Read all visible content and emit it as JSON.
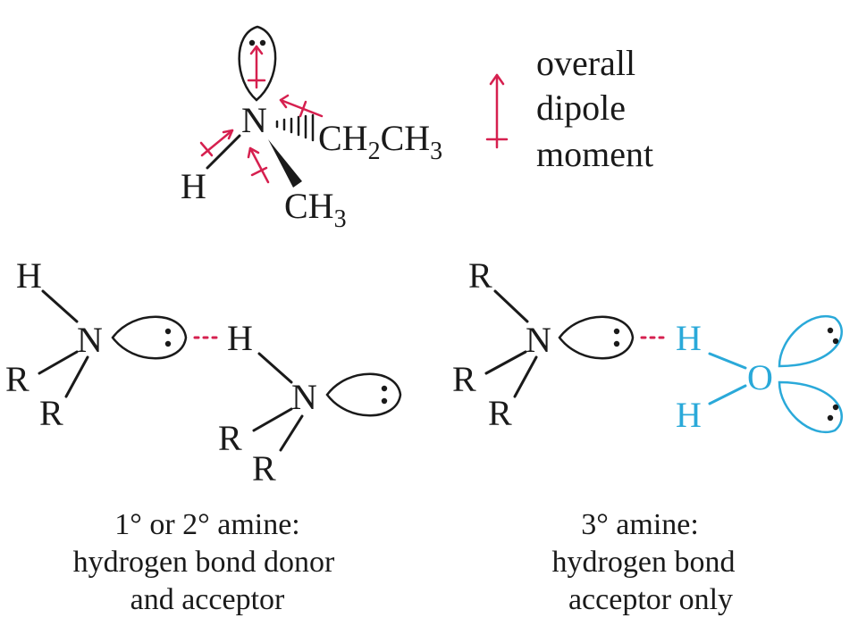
{
  "colors": {
    "text": "#1a1a1a",
    "dipole_arrow": "#d6204f",
    "hydrogen_bond": "#d6204f",
    "water": "#2aa9d9"
  },
  "top_molecule": {
    "nitrogen": "N",
    "ethyl_main": "CH",
    "ethyl_sub": "2",
    "ethyl_tail": "CH",
    "ethyl_tail_sub": "3",
    "hydrogen": "H",
    "methyl_main": "CH",
    "methyl_sub": "3"
  },
  "legend": {
    "line1": "overall",
    "line2": "dipole",
    "line3": "moment"
  },
  "left_panel": {
    "upper_amine": {
      "h": "H",
      "n": "N",
      "r1": "R",
      "r2": "R"
    },
    "bridging_h": "H",
    "lower_amine": {
      "n": "N",
      "r1": "R",
      "r2": "R"
    },
    "caption_line1": "1° or 2° amine:",
    "caption_line2": "hydrogen bond donor",
    "caption_line3": "and acceptor"
  },
  "right_panel": {
    "amine": {
      "r_top": "R",
      "n": "N",
      "r1": "R",
      "r2": "R"
    },
    "water": {
      "h1": "H",
      "o": "O",
      "h2": "H"
    },
    "caption_line1": "3° amine:",
    "caption_line2": "hydrogen bond",
    "caption_line3": "acceptor only"
  }
}
